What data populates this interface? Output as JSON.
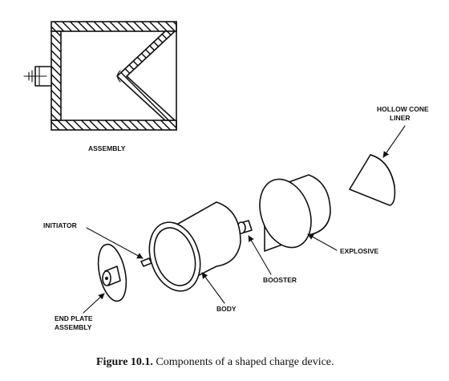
{
  "labels": {
    "assembly": "ASSEMBLY",
    "hollow_cone_line1": "HOLLOW CONE",
    "hollow_cone_line2": "LINER",
    "initiator": "INITIATOR",
    "explosive": "EXPLOSIVE",
    "booster": "BOOSTER",
    "body": "BODY",
    "end_plate_line1": "END PLATE",
    "end_plate_line2": "ASSEMBLY"
  },
  "caption": {
    "figure_number": "Figure 10.1.",
    "text": " Components of a shaped charge device."
  }
}
